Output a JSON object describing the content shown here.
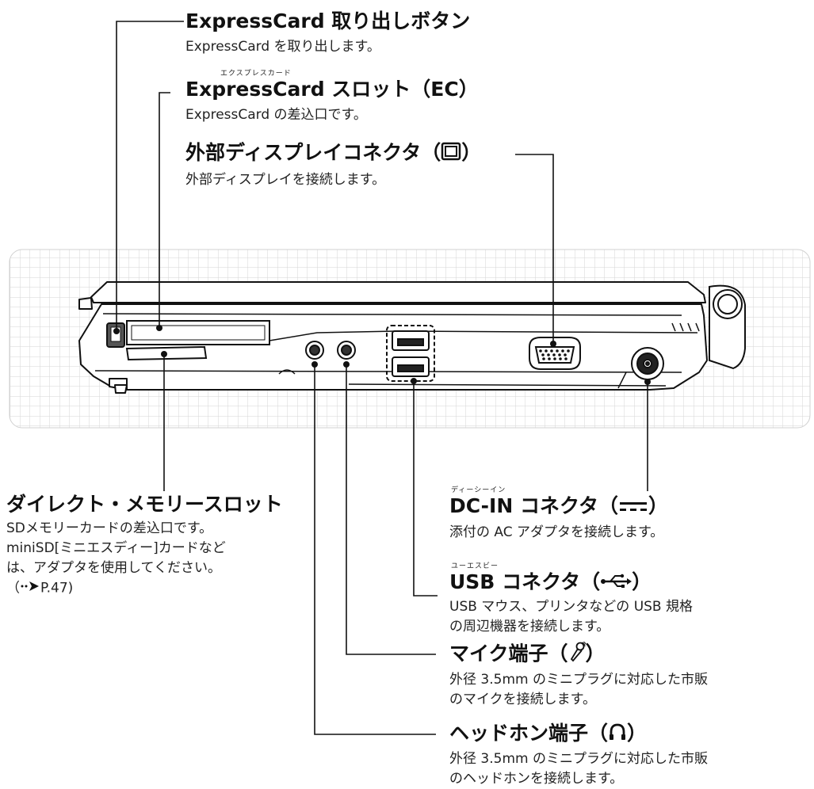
{
  "callouts": {
    "expresscard_eject": {
      "title": "ExpressCard 取り出しボタン",
      "desc": "ExpressCard を取り出します。"
    },
    "expresscard_slot": {
      "ruby": "エクスプレスカード",
      "title": "ExpressCard スロット（",
      "symbol": "EC",
      "title_end": "）",
      "desc": "ExpressCard の差込口です。"
    },
    "external_display": {
      "title": "外部ディスプレイコネクタ（",
      "title_end": "）",
      "symbol_icon": "monitor-icon",
      "desc": "外部ディスプレイを接続します。"
    },
    "direct_memory_slot": {
      "title": "ダイレクト・メモリースロット",
      "desc_lines": [
        "SDメモリーカードの差込口です。",
        "miniSD[ミニエスディー]カードなど",
        "は、アダプタを使用してください。",
        "（"
      ],
      "ref_arrow_icon": "reference-arrow-icon",
      "ref": "P.47)"
    },
    "dc_in": {
      "ruby": "ディーシーイン",
      "title": "DC-IN  コネクタ（",
      "title_end": "）",
      "symbol_icon": "dc-power-icon",
      "desc": "添付の AC アダプタを接続します。"
    },
    "usb": {
      "ruby": "ユーエスビー",
      "title": "USB  コネクタ（",
      "title_end": "）",
      "symbol_icon": "usb-icon",
      "desc_lines": [
        "USB マウス、プリンタなどの USB 規格",
        "の周辺機器を接続します。"
      ]
    },
    "mic": {
      "title": "マイク端子（",
      "title_end": "）",
      "symbol_icon": "microphone-icon",
      "desc_lines": [
        "外径 3.5mm のミニプラグに対応した市販",
        "のマイクを接続します。"
      ]
    },
    "headphone": {
      "title": "ヘッドホン端子（",
      "title_end": "）",
      "symbol_icon": "headphone-icon",
      "desc_lines": [
        "外径 3.5mm のミニプラグに対応した市販",
        "のヘッドホンを接続します。"
      ]
    }
  },
  "colors": {
    "line": "#111111",
    "grid": "#d9d9d9",
    "body_fill": "#ffffff"
  }
}
